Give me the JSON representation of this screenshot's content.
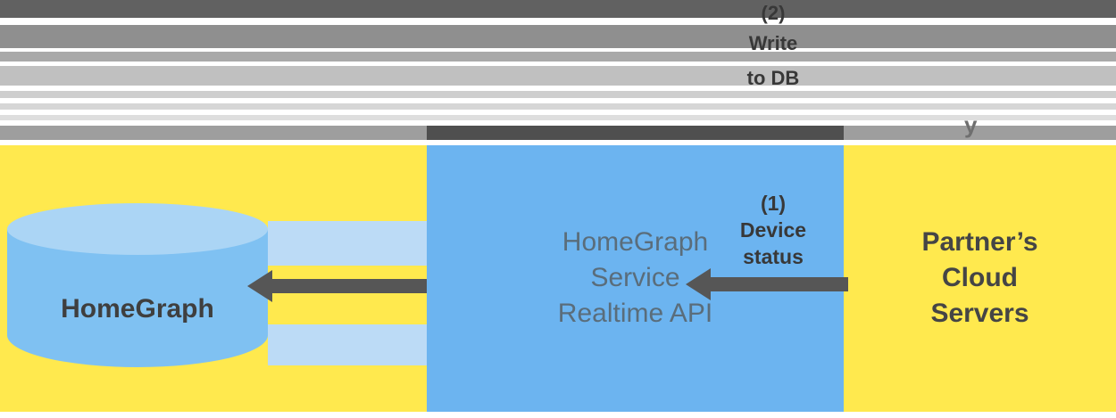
{
  "colors": {
    "yellow": "#ffe94e",
    "blue": "#6cb4f0",
    "cylinder_body": "#7fc1f2",
    "cylinder_top": "#abd5f5",
    "arrow_gray": "#565656",
    "label_dark": "#383838",
    "middle_text": "#5a6d7b",
    "right_text": "#454545"
  },
  "top_banner": {
    "write_label": {
      "l1": "(2)",
      "l2": "Write",
      "l3": "to DB"
    },
    "fragment": "y"
  },
  "flow": {
    "device_label": {
      "l1": "(1)",
      "l2": "Device",
      "l3": "status"
    }
  },
  "left_panel": {
    "database_label": "HomeGraph"
  },
  "middle_panel": {
    "l1": "HomeGraph",
    "l2": "Service",
    "l3": "Realtime API"
  },
  "right_panel": {
    "l1": "Partner’s",
    "l2": "Cloud",
    "l3": "Servers"
  }
}
